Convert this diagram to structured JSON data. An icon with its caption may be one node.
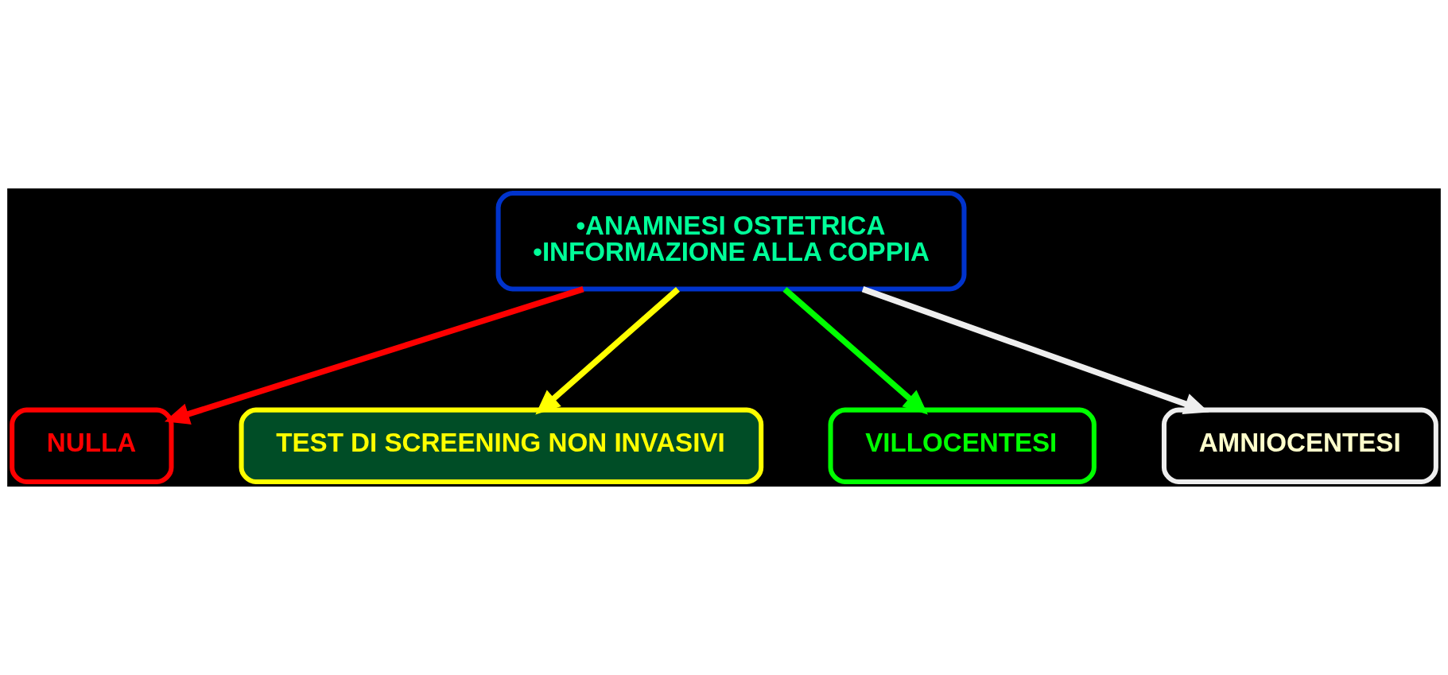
{
  "diagram": {
    "nodes": [
      {
        "text": [
          "•ANAMNESI OSTETRICA",
          "•INFORMAZIONE ALLA COPPIA"
        ]
      },
      {
        "text": [
          "NULLA"
        ]
      },
      {
        "text": [
          "TEST DI SCREENING NON INVASIVI"
        ]
      },
      {
        "text": [
          "VILLOCENTESI"
        ]
      },
      {
        "text": [
          "AMNIOCENTESI"
        ]
      }
    ],
    "edges": [
      {
        "from": 0,
        "to": 1,
        "arrow": "to",
        "color": "#ff0000"
      },
      {
        "from": 0,
        "to": 2,
        "arrow": "to",
        "color": "#ffff00"
      },
      {
        "from": 0,
        "to": 3,
        "arrow": "to",
        "color": "#00ff00"
      },
      {
        "from": 0,
        "to": 4,
        "arrow": "to",
        "color": "#eeeeee"
      }
    ]
  }
}
